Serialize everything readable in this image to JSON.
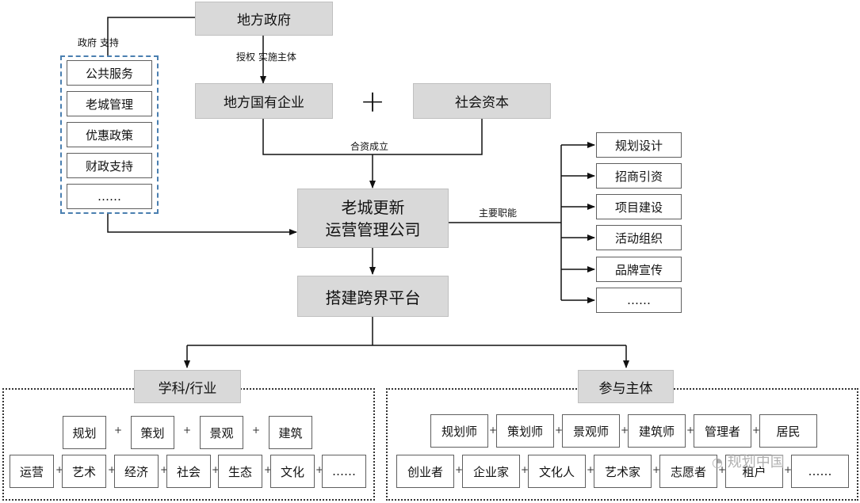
{
  "gov": {
    "label": "地方政府"
  },
  "edge_gov_support": "政府  支持",
  "edge_authorize": "授权  实施主体",
  "support_items": [
    "公共服务",
    "老城管理",
    "优惠政策",
    "财政支持",
    "……"
  ],
  "soe": {
    "label": "地方国有企业"
  },
  "plus_big": "+",
  "social_capital": {
    "label": "社会资本"
  },
  "edge_jv": "合资成立",
  "company": {
    "line1": "老城更新",
    "line2": "运营管理公司"
  },
  "edge_functions": "主要职能",
  "functions": [
    "规划设计",
    "招商引资",
    "项目建设",
    "活动组织",
    "品牌宣传",
    "……"
  ],
  "platform": {
    "label": "搭建跨界平台"
  },
  "disciplines": {
    "title": "学科/行业",
    "row1": [
      "规划",
      "策划",
      "景观",
      "建筑"
    ],
    "row2": [
      "运营",
      "艺术",
      "经济",
      "社会",
      "生态",
      "文化",
      "……"
    ]
  },
  "participants": {
    "title": "参与主体",
    "row1": [
      "规划师",
      "策划师",
      "景观师",
      "建筑师",
      "管理者",
      "居民"
    ],
    "row2": [
      "创业者",
      "企业家",
      "文化人",
      "艺术家",
      "志愿者",
      "租户",
      "……"
    ]
  },
  "plus_small": "+",
  "watermark": "规划中国"
}
